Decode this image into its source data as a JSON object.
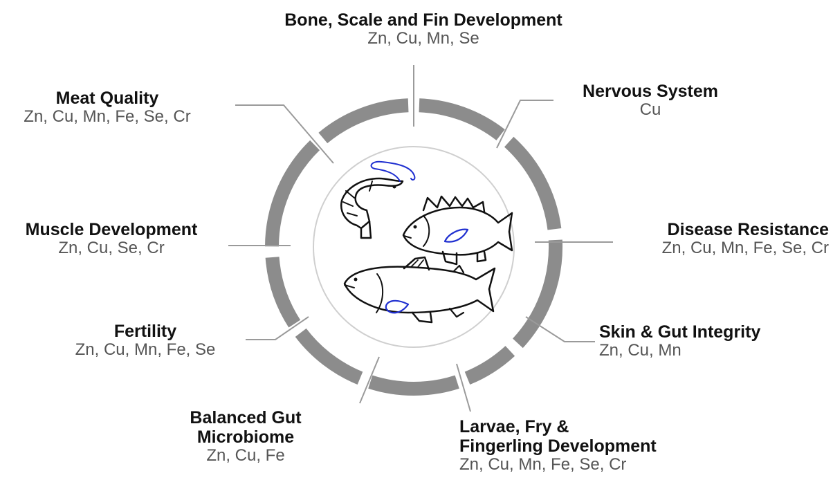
{
  "colors": {
    "ring": "#8c8c8c",
    "leader": "#9a9a9a",
    "title": "#111111",
    "minerals": "#555555",
    "organ_highlight": "#1f2fd0",
    "outline": "#111111"
  },
  "icons": [
    "shrimp-icon",
    "perch-fish-icon",
    "trout-fish-icon"
  ],
  "segments": [
    {
      "id": "bone",
      "title_lines": [
        "Bone, Scale and Fin Development"
      ],
      "minerals": "Zn, Cu, Mn, Se"
    },
    {
      "id": "nervous",
      "title_lines": [
        "Nervous System"
      ],
      "minerals": "Cu"
    },
    {
      "id": "disease",
      "title_lines": [
        "Disease Resistance"
      ],
      "minerals": "Zn, Cu, Mn, Fe, Se, Cr"
    },
    {
      "id": "skin",
      "title_lines": [
        "Skin & Gut Integrity"
      ],
      "minerals": "Zn, Cu, Mn"
    },
    {
      "id": "larvae",
      "title_lines": [
        "Larvae, Fry &",
        "Fingerling Development"
      ],
      "minerals": "Zn, Cu, Mn, Fe, Se, Cr"
    },
    {
      "id": "gut",
      "title_lines": [
        "Balanced Gut",
        "Microbiome"
      ],
      "minerals": "Zn, Cu, Fe"
    },
    {
      "id": "fertility",
      "title_lines": [
        "Fertility"
      ],
      "minerals": "Zn, Cu, Mn, Fe, Se"
    },
    {
      "id": "muscle",
      "title_lines": [
        "Muscle Development"
      ],
      "minerals": "Zn, Cu, Se, Cr"
    },
    {
      "id": "meat",
      "title_lines": [
        "Meat Quality"
      ],
      "minerals": "Zn, Cu, Mn, Fe, Se, Cr"
    }
  ]
}
